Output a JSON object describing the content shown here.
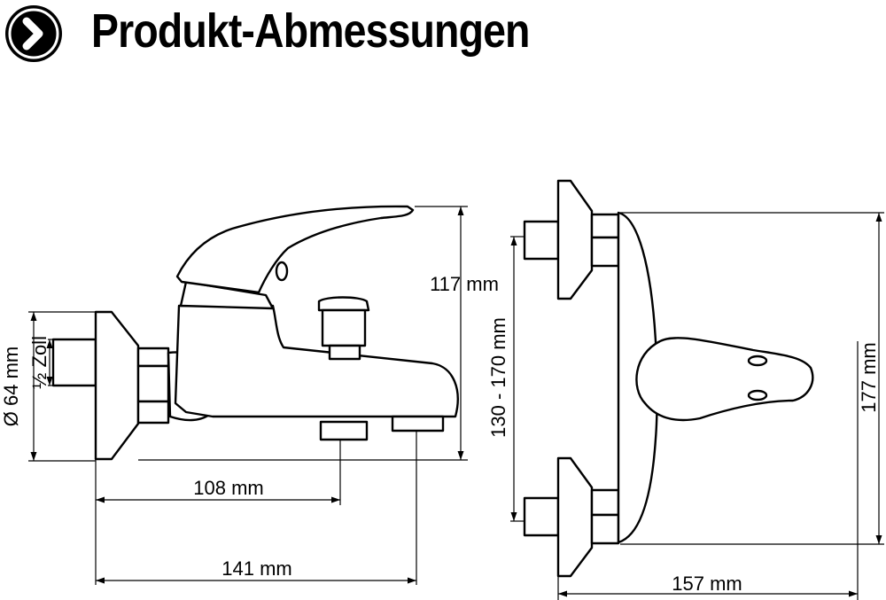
{
  "header": {
    "title": "Produkt-Abmessungen",
    "icon": "chevron-right-icon"
  },
  "dimensions": {
    "diameter": "Ø 64 mm",
    "thread": "½ Zoll",
    "height_front": "117 mm",
    "outlet_distance": "108 mm",
    "total_depth": "141 mm",
    "center_distance": "130 - 170 mm",
    "height_top": "177 mm",
    "total_width": "157 mm"
  }
}
